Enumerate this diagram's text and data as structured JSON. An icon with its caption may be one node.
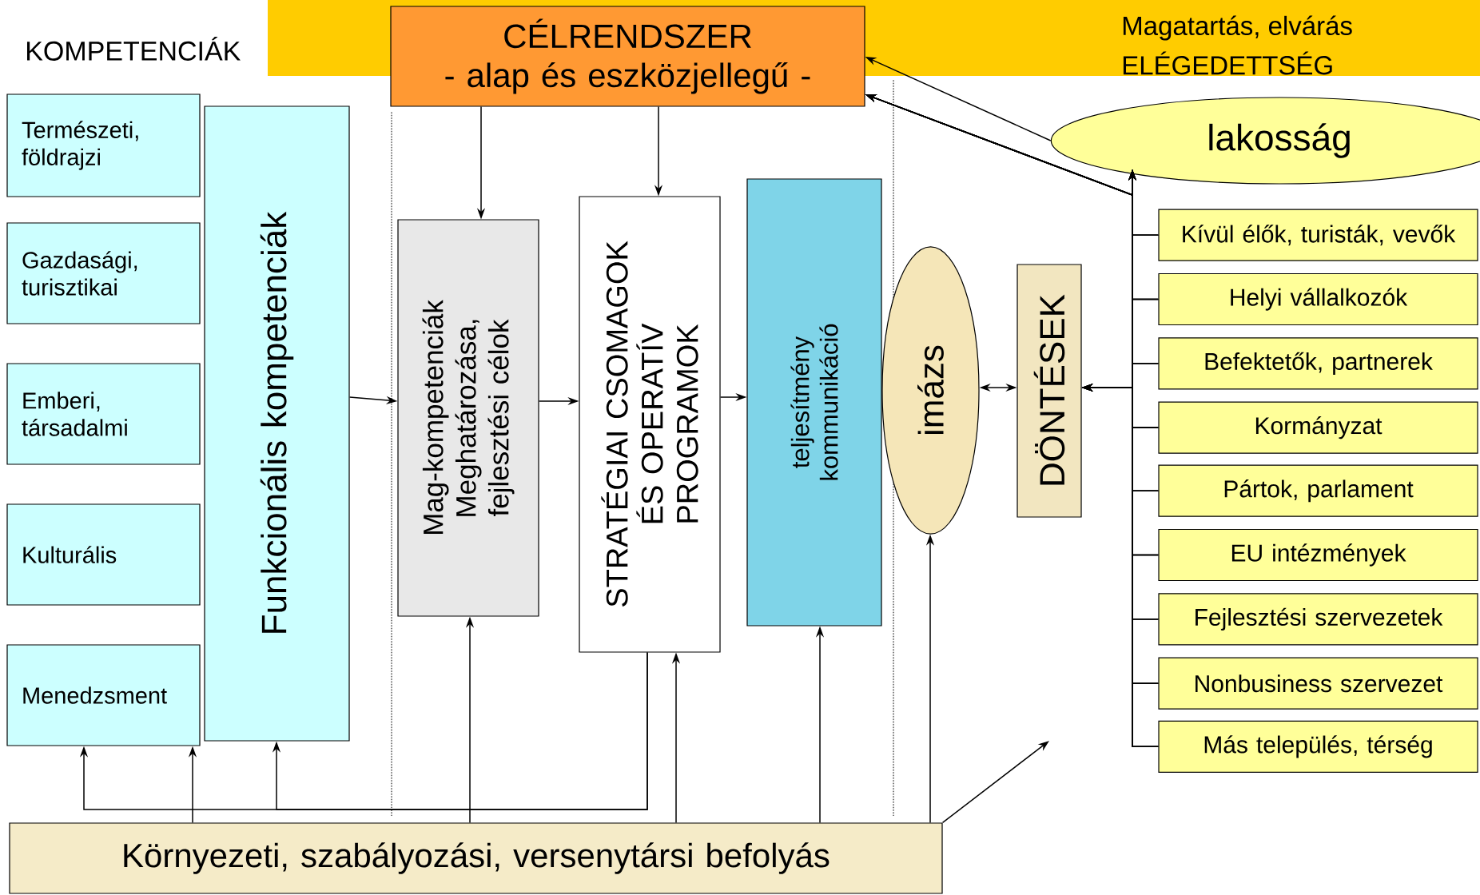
{
  "diagram": {
    "nodes": [
      {
        "text": [
          "CÉLRENDSZER",
          "- alap és eszközjellegű -"
        ]
      },
      {
        "text": [
          "Természeti, földrajzi"
        ]
      },
      {
        "text": [
          "Gazdasági, turisztikai"
        ]
      },
      {
        "text": [
          "Emberi, társadalmi"
        ]
      },
      {
        "text": [
          "Kulturális"
        ]
      },
      {
        "text": [
          "Menedzsment"
        ]
      },
      {
        "text": [
          "Funkcionális kompetenciák"
        ]
      },
      {
        "text": [
          "Mag-kompetenciák",
          "Meghatározása, fejlesztési célok"
        ]
      },
      {
        "text": [
          "STRATÉGIAI CSOMAGOK ÉS OPERATÍV PROGRAMOK"
        ]
      },
      {
        "text": [
          "teljesítmény kommunikáció"
        ]
      },
      {
        "text": [
          "imázs"
        ]
      },
      {
        "text": [
          "DÖNTÉSEK"
        ]
      },
      {
        "text": [
          "lakosság"
        ]
      },
      {
        "text": [
          "Kívül élők, turisták, vevők"
        ]
      },
      {
        "text": [
          "Helyi vállalkozók"
        ]
      },
      {
        "text": [
          "Befektetők, partnerek"
        ]
      },
      {
        "text": [
          "Kormányzat"
        ]
      },
      {
        "text": [
          "Pártok, parlament"
        ]
      },
      {
        "text": [
          "EU intézmények"
        ]
      },
      {
        "text": [
          "Fejlesztési szervezetek"
        ]
      },
      {
        "text": [
          "Nonbusiness szervezet"
        ]
      },
      {
        "text": [
          "Más település, térség"
        ]
      },
      {
        "text": [
          "Környezeti, szabályozási, versenytársi befolyás"
        ]
      }
    ],
    "edges": [
      {
        "from": 0,
        "to": 7,
        "arrow": "to"
      },
      {
        "from": 0,
        "to": 8,
        "arrow": "to"
      },
      {
        "from": 6,
        "to": 7,
        "arrow": "to"
      },
      {
        "from": 7,
        "to": 8,
        "arrow": "to"
      },
      {
        "from": 8,
        "to": 9,
        "arrow": "to"
      },
      {
        "from": 10,
        "to": 11,
        "arrow": "both"
      },
      {
        "from": 12,
        "to": 0,
        "arrow": "to"
      },
      {
        "from": 13,
        "to": 12,
        "arrow": "to"
      },
      {
        "from": 14,
        "to": 12,
        "arrow": "to"
      },
      {
        "from": 15,
        "to": 12,
        "arrow": "to"
      },
      {
        "from": 16,
        "to": 12,
        "arrow": "to"
      },
      {
        "from": 17,
        "to": 12,
        "arrow": "to"
      },
      {
        "from": 18,
        "to": 12,
        "arrow": "to"
      },
      {
        "from": 19,
        "to": 12,
        "arrow": "to"
      },
      {
        "from": 20,
        "to": 12,
        "arrow": "to"
      },
      {
        "from": 21,
        "to": 12,
        "arrow": "to"
      },
      {
        "from": 13,
        "to": 0,
        "arrow": "to"
      },
      {
        "from": 14,
        "to": 0,
        "arrow": "to"
      },
      {
        "from": 15,
        "to": 0,
        "arrow": "to"
      },
      {
        "from": 16,
        "to": 0,
        "arrow": "to"
      },
      {
        "from": 17,
        "to": 0,
        "arrow": "to"
      },
      {
        "from": 18,
        "to": 0,
        "arrow": "to"
      },
      {
        "from": 19,
        "to": 0,
        "arrow": "to"
      },
      {
        "from": 20,
        "to": 0,
        "arrow": "to"
      },
      {
        "from": 21,
        "to": 0,
        "arrow": "to"
      },
      {
        "from": 13,
        "to": 11,
        "arrow": "to"
      },
      {
        "from": 14,
        "to": 11,
        "arrow": "to"
      },
      {
        "from": 15,
        "to": 11,
        "arrow": "to"
      },
      {
        "from": 16,
        "to": 11,
        "arrow": "to"
      },
      {
        "from": 17,
        "to": 11,
        "arrow": "to"
      },
      {
        "from": 18,
        "to": 11,
        "arrow": "to"
      },
      {
        "from": 19,
        "to": 11,
        "arrow": "to"
      },
      {
        "from": 20,
        "to": 11,
        "arrow": "to"
      },
      {
        "from": 21,
        "to": 11,
        "arrow": "to"
      },
      {
        "from": 8,
        "to": 5,
        "arrow": "to"
      },
      {
        "from": 8,
        "to": 6,
        "arrow": "to"
      },
      {
        "from": 22,
        "to": 5,
        "arrow": "to"
      },
      {
        "from": 22,
        "to": 7,
        "arrow": "to"
      },
      {
        "from": 22,
        "to": 8,
        "arrow": "to"
      },
      {
        "from": 22,
        "to": 9,
        "arrow": "to"
      },
      {
        "from": 22,
        "to": 10,
        "arrow": "to"
      },
      {
        "from": 22,
        "to": null,
        "arrow": "to"
      }
    ],
    "labels": [
      "KOMPETENCIÁK",
      "Magatartás, elvárás",
      "ELÉGEDETTSÉG"
    ]
  }
}
